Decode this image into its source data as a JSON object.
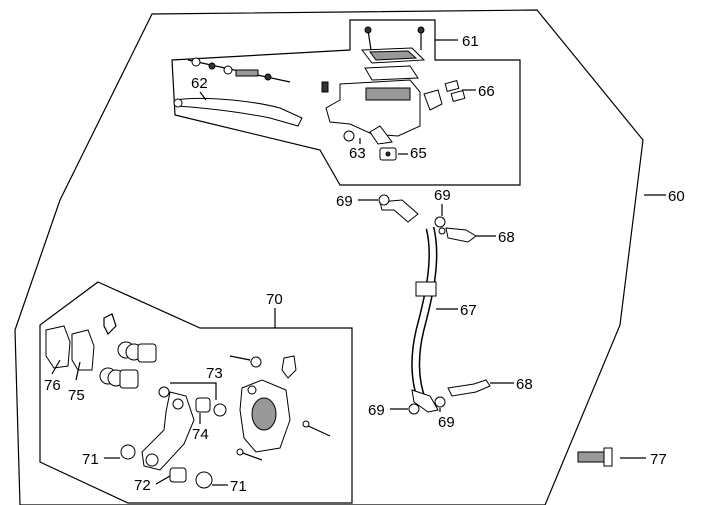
{
  "labels": {
    "l60": "60",
    "l61": "61",
    "l62": "62",
    "l63": "63",
    "l65": "65",
    "l66": "66",
    "l67": "67",
    "l68a": "68",
    "l68b": "68",
    "l69a": "69",
    "l69b": "69",
    "l69c": "69",
    "l69d": "69",
    "l70": "70",
    "l71a": "71",
    "l71b": "71",
    "l72": "72",
    "l73": "73",
    "l74": "74",
    "l75": "75",
    "l76": "76",
    "l77": "77"
  }
}
